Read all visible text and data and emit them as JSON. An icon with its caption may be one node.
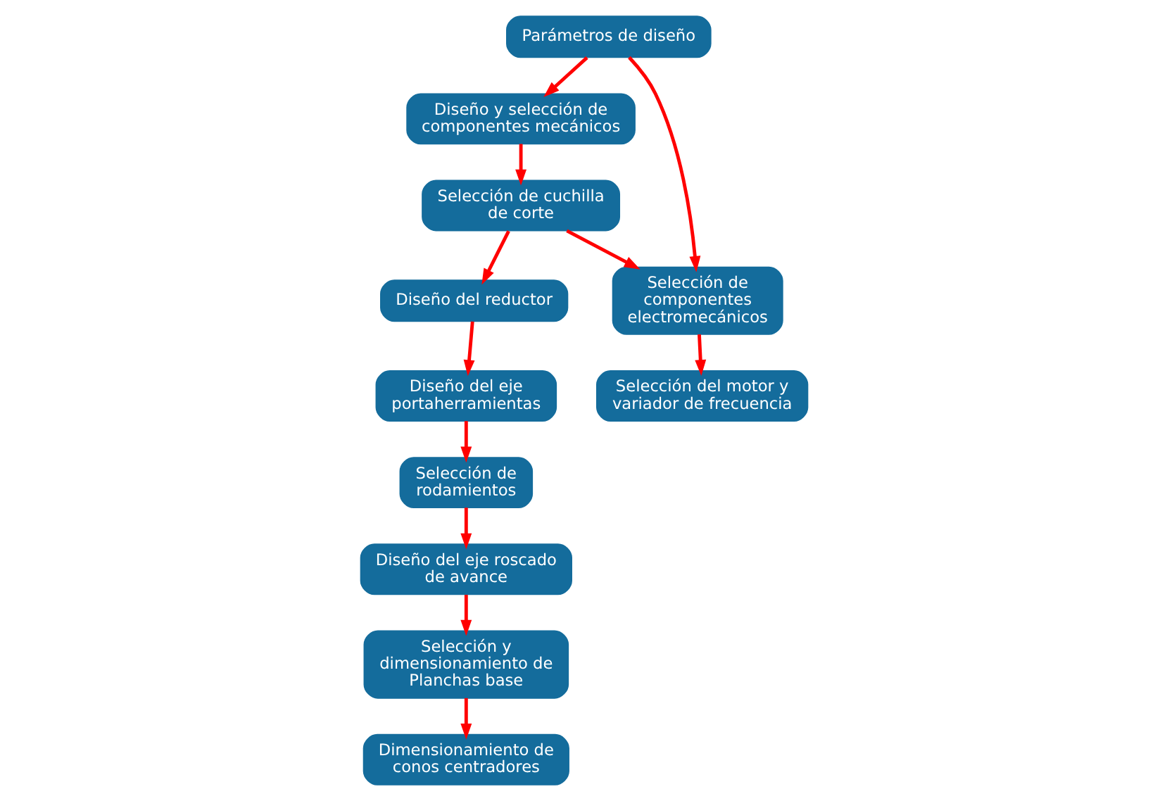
{
  "diagram": {
    "nodes": [
      {
        "text": [
          "Parámetros de diseño"
        ]
      },
      {
        "text": [
          "Diseño y selección de componentes mecánicos"
        ]
      },
      {
        "text": [
          "Selección de componentes electromecánicos"
        ]
      },
      {
        "text": [
          "Selección de cuchilla de corte"
        ]
      },
      {
        "text": [
          "Selección del motor y variador de frecuencia"
        ]
      },
      {
        "text": [
          "Dimensionamiento de conos centradores"
        ]
      },
      {
        "text": [
          "Diseño del reductor"
        ]
      },
      {
        "text": [
          "Selección y dimensionamiento de Planchas base"
        ]
      },
      {
        "text": [
          "Diseño del eje portaherramientas"
        ]
      },
      {
        "text": [
          "Selección de rodamientos"
        ]
      },
      {
        "text": [
          "Diseño del eje roscado de avance"
        ]
      }
    ],
    "edges": [
      {
        "from": 0,
        "to": 1,
        "arrow": "to"
      },
      {
        "from": 0,
        "to": 2,
        "arrow": "to"
      },
      {
        "from": 1,
        "to": 3,
        "arrow": "to"
      },
      {
        "from": 2,
        "to": 4,
        "arrow": "to"
      },
      {
        "from": 3,
        "to": 2,
        "arrow": "to"
      },
      {
        "from": 3,
        "to": 6,
        "arrow": "to"
      },
      {
        "from": 6,
        "to": 8,
        "arrow": "to"
      },
      {
        "from": 8,
        "to": 9,
        "arrow": "to"
      },
      {
        "from": 9,
        "to": 10,
        "arrow": "to"
      },
      {
        "from": 10,
        "to": 7,
        "arrow": "to"
      },
      {
        "from": 7,
        "to": 5,
        "arrow": "to"
      }
    ]
  }
}
